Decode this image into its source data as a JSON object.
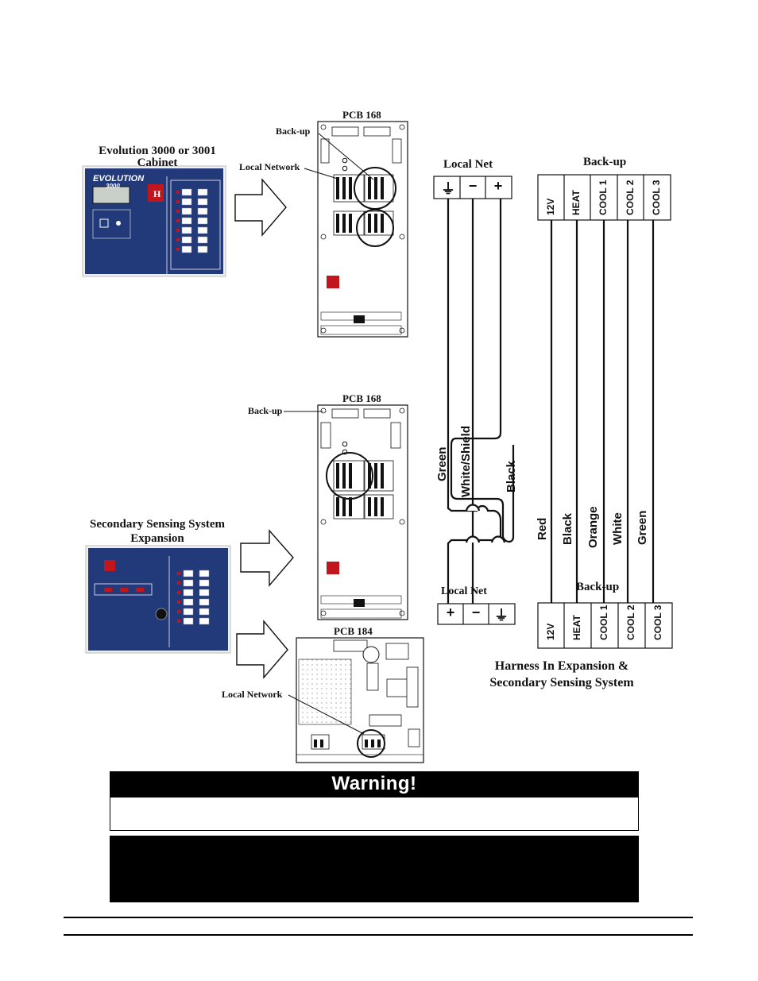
{
  "top_diagram": {
    "cabinet_title_line1": "Evolution 3000 or 3001",
    "cabinet_title_line2": "Cabinet",
    "pcb_label": "PCB 168",
    "backup_callout": "Back-up",
    "local_network_callout": "Local Network",
    "panel_brand": "EVOLUTION",
    "panel_model": "3000"
  },
  "middle_diagram": {
    "expansion_title_line1": "Secondary Sensing System",
    "expansion_title_line2": "Expansion",
    "pcb_label": "PCB 168",
    "backup_callout": "Back-up"
  },
  "bottom_diagram": {
    "pcb_label": "PCB 184",
    "local_network_callout": "Local Network"
  },
  "harness": {
    "local_net_top_label": "Local Net",
    "local_net_bottom_label": "Local Net",
    "local_net_terminals_top": [
      "⏚",
      "−",
      "+"
    ],
    "local_net_terminals_bottom": [
      "+",
      "−",
      "⏚"
    ],
    "local_net_wires": [
      "Green",
      "White/Shield",
      "Black"
    ],
    "backup_top_label": "Back-up",
    "backup_bottom_label": "Back-up",
    "backup_terminals": [
      "12V",
      "HEAT",
      "COOL 1",
      "COOL 2",
      "COOL 3"
    ],
    "backup_wires": [
      "Red",
      "Black",
      "Orange",
      "White",
      "Green"
    ],
    "caption_line1": "Harness In Expansion &",
    "caption_line2": "Secondary Sensing System"
  },
  "warning": {
    "title": "Warning!"
  },
  "colors": {
    "panel_blue": "#223a7a",
    "ink": "#111111",
    "warning_bg": "#000000"
  }
}
